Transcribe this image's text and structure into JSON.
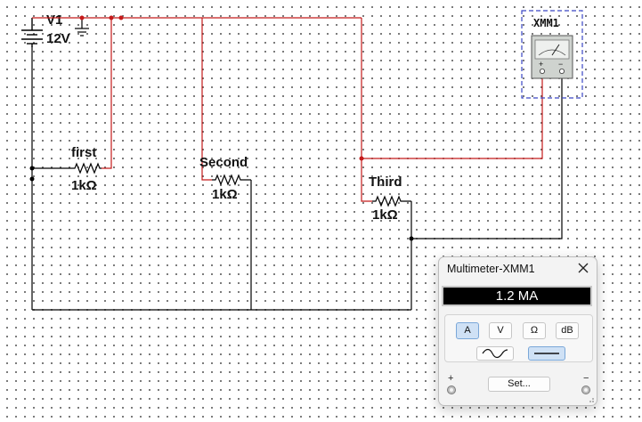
{
  "schematic": {
    "source": {
      "name": "V1",
      "voltage": "12V"
    },
    "resistors": [
      {
        "name": "first",
        "value": "1kΩ"
      },
      {
        "name": "Second",
        "value": "1kΩ"
      },
      {
        "name": "Third",
        "value": "1kΩ"
      }
    ],
    "instrument": {
      "name": "XMM1",
      "plus": "+",
      "minus": "−"
    },
    "colors": {
      "wire": "#000000",
      "probe_wire": "#c41a1a",
      "instrument_border": "#3b46c4"
    }
  },
  "multimeter": {
    "title": "Multimeter-XMM1",
    "close_icon": "close-icon",
    "reading": "1.2 MA",
    "modes": [
      "A",
      "V",
      "Ω",
      "dB"
    ],
    "active_mode": "A",
    "waveforms": [
      "ac-sine-icon",
      "dc-line-icon"
    ],
    "active_waveform": "dc",
    "plus_label": "+",
    "minus_label": "−",
    "set_label": "Set...",
    "accent": "#cfe1f5"
  }
}
